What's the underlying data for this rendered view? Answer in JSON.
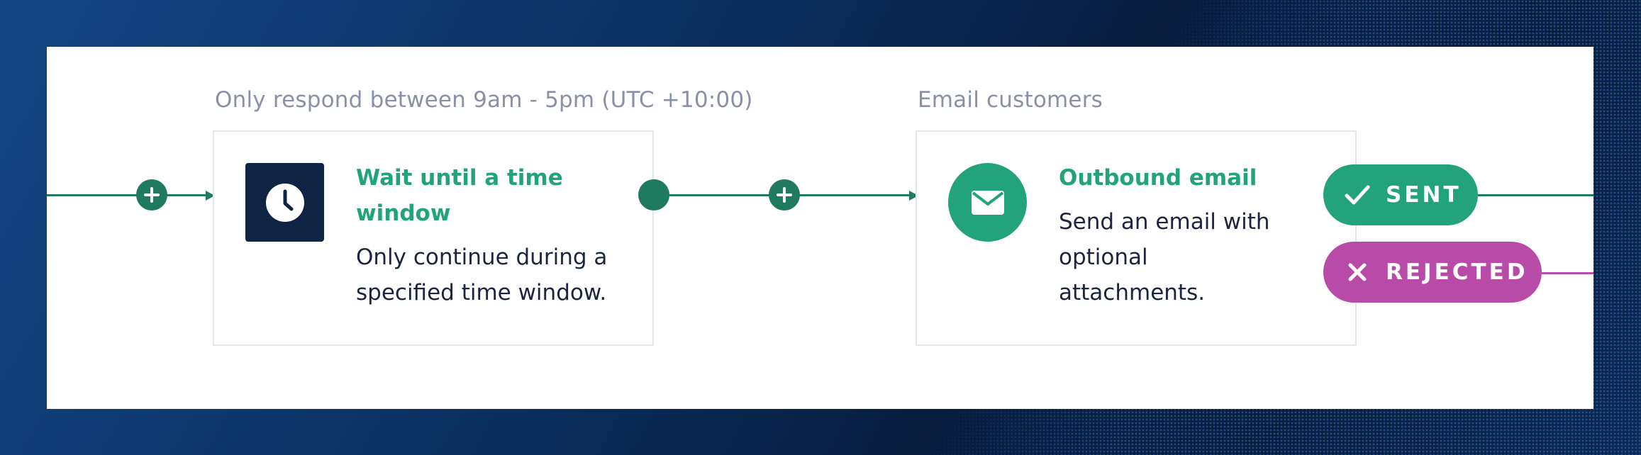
{
  "steps": [
    {
      "caption": "Only respond between 9am - 5pm (UTC +10:00)",
      "title_line1": "Wait until a time",
      "title_line2": "window",
      "desc_line1": "Only continue during a",
      "desc_line2": "specified time window.",
      "icon": "clock-icon"
    },
    {
      "caption": "Email customers",
      "title_line1": "Outbound email",
      "desc_line1": "Send an email with",
      "desc_line2": "optional",
      "desc_line3": "attachments.",
      "icon": "envelope-icon"
    }
  ],
  "outcomes": {
    "sent_label": "SENT",
    "rejected_label": "REJECTED"
  },
  "colors": {
    "accent_green": "#22a37b",
    "wire_green": "#1f7a5f",
    "navy": "#0f2444",
    "magenta": "#b84aa8",
    "caption_gray": "#8a90a6"
  }
}
